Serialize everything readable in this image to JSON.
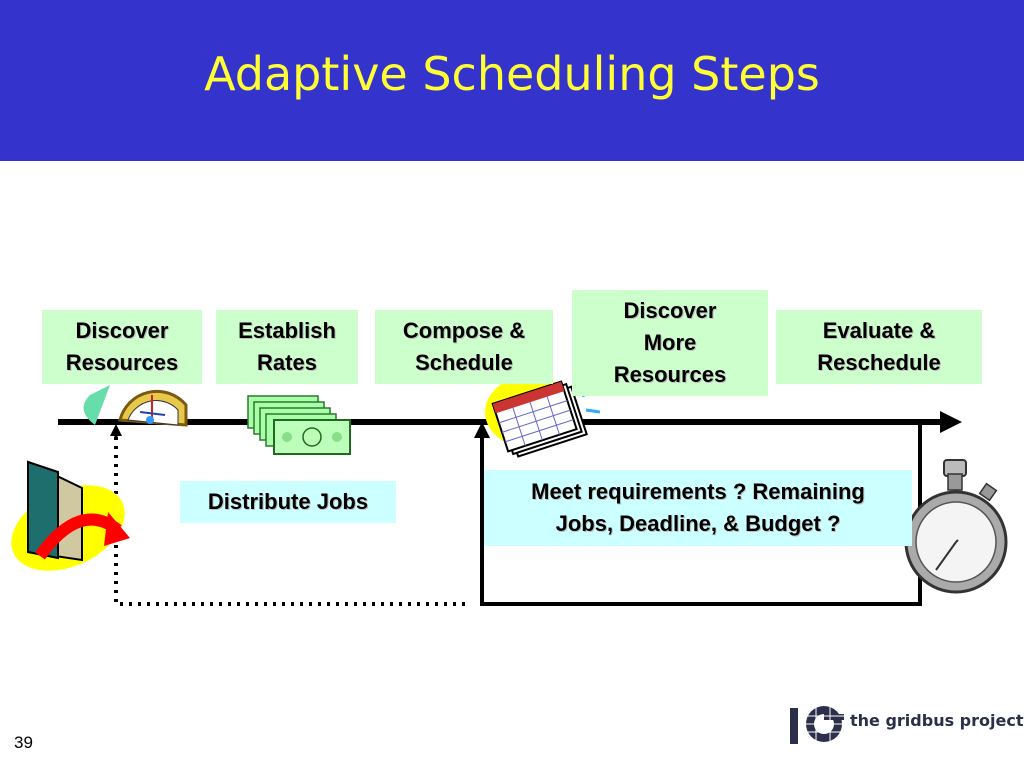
{
  "slide": {
    "title": "Adaptive Scheduling Steps",
    "slide_number": "39",
    "colors": {
      "header_bg": "#3434cc",
      "title": "#ffff33",
      "step_box": "#ccffcc",
      "note_box": "#ccffff"
    }
  },
  "steps": [
    {
      "line1": "Discover",
      "line2": "Resources"
    },
    {
      "line1": "Establish",
      "line2": "Rates"
    },
    {
      "line1": "Compose &",
      "line2": "Schedule"
    },
    {
      "line1": "Discover",
      "line2": "More",
      "line3": "Resources"
    },
    {
      "line1": "Evaluate &",
      "line2": "Reschedule"
    }
  ],
  "notes": {
    "distribute": "Distribute Jobs",
    "requirements_line1": "Meet requirements ? Remaining",
    "requirements_line2": "Jobs, Deadline, & Budget ?"
  },
  "icons": [
    "compass-icon",
    "money-stack-icon",
    "calendar-icon",
    "door-exit-icon",
    "stopwatch-icon",
    "gridbus-logo-icon"
  ],
  "logo": {
    "text": "the gridbus project"
  }
}
